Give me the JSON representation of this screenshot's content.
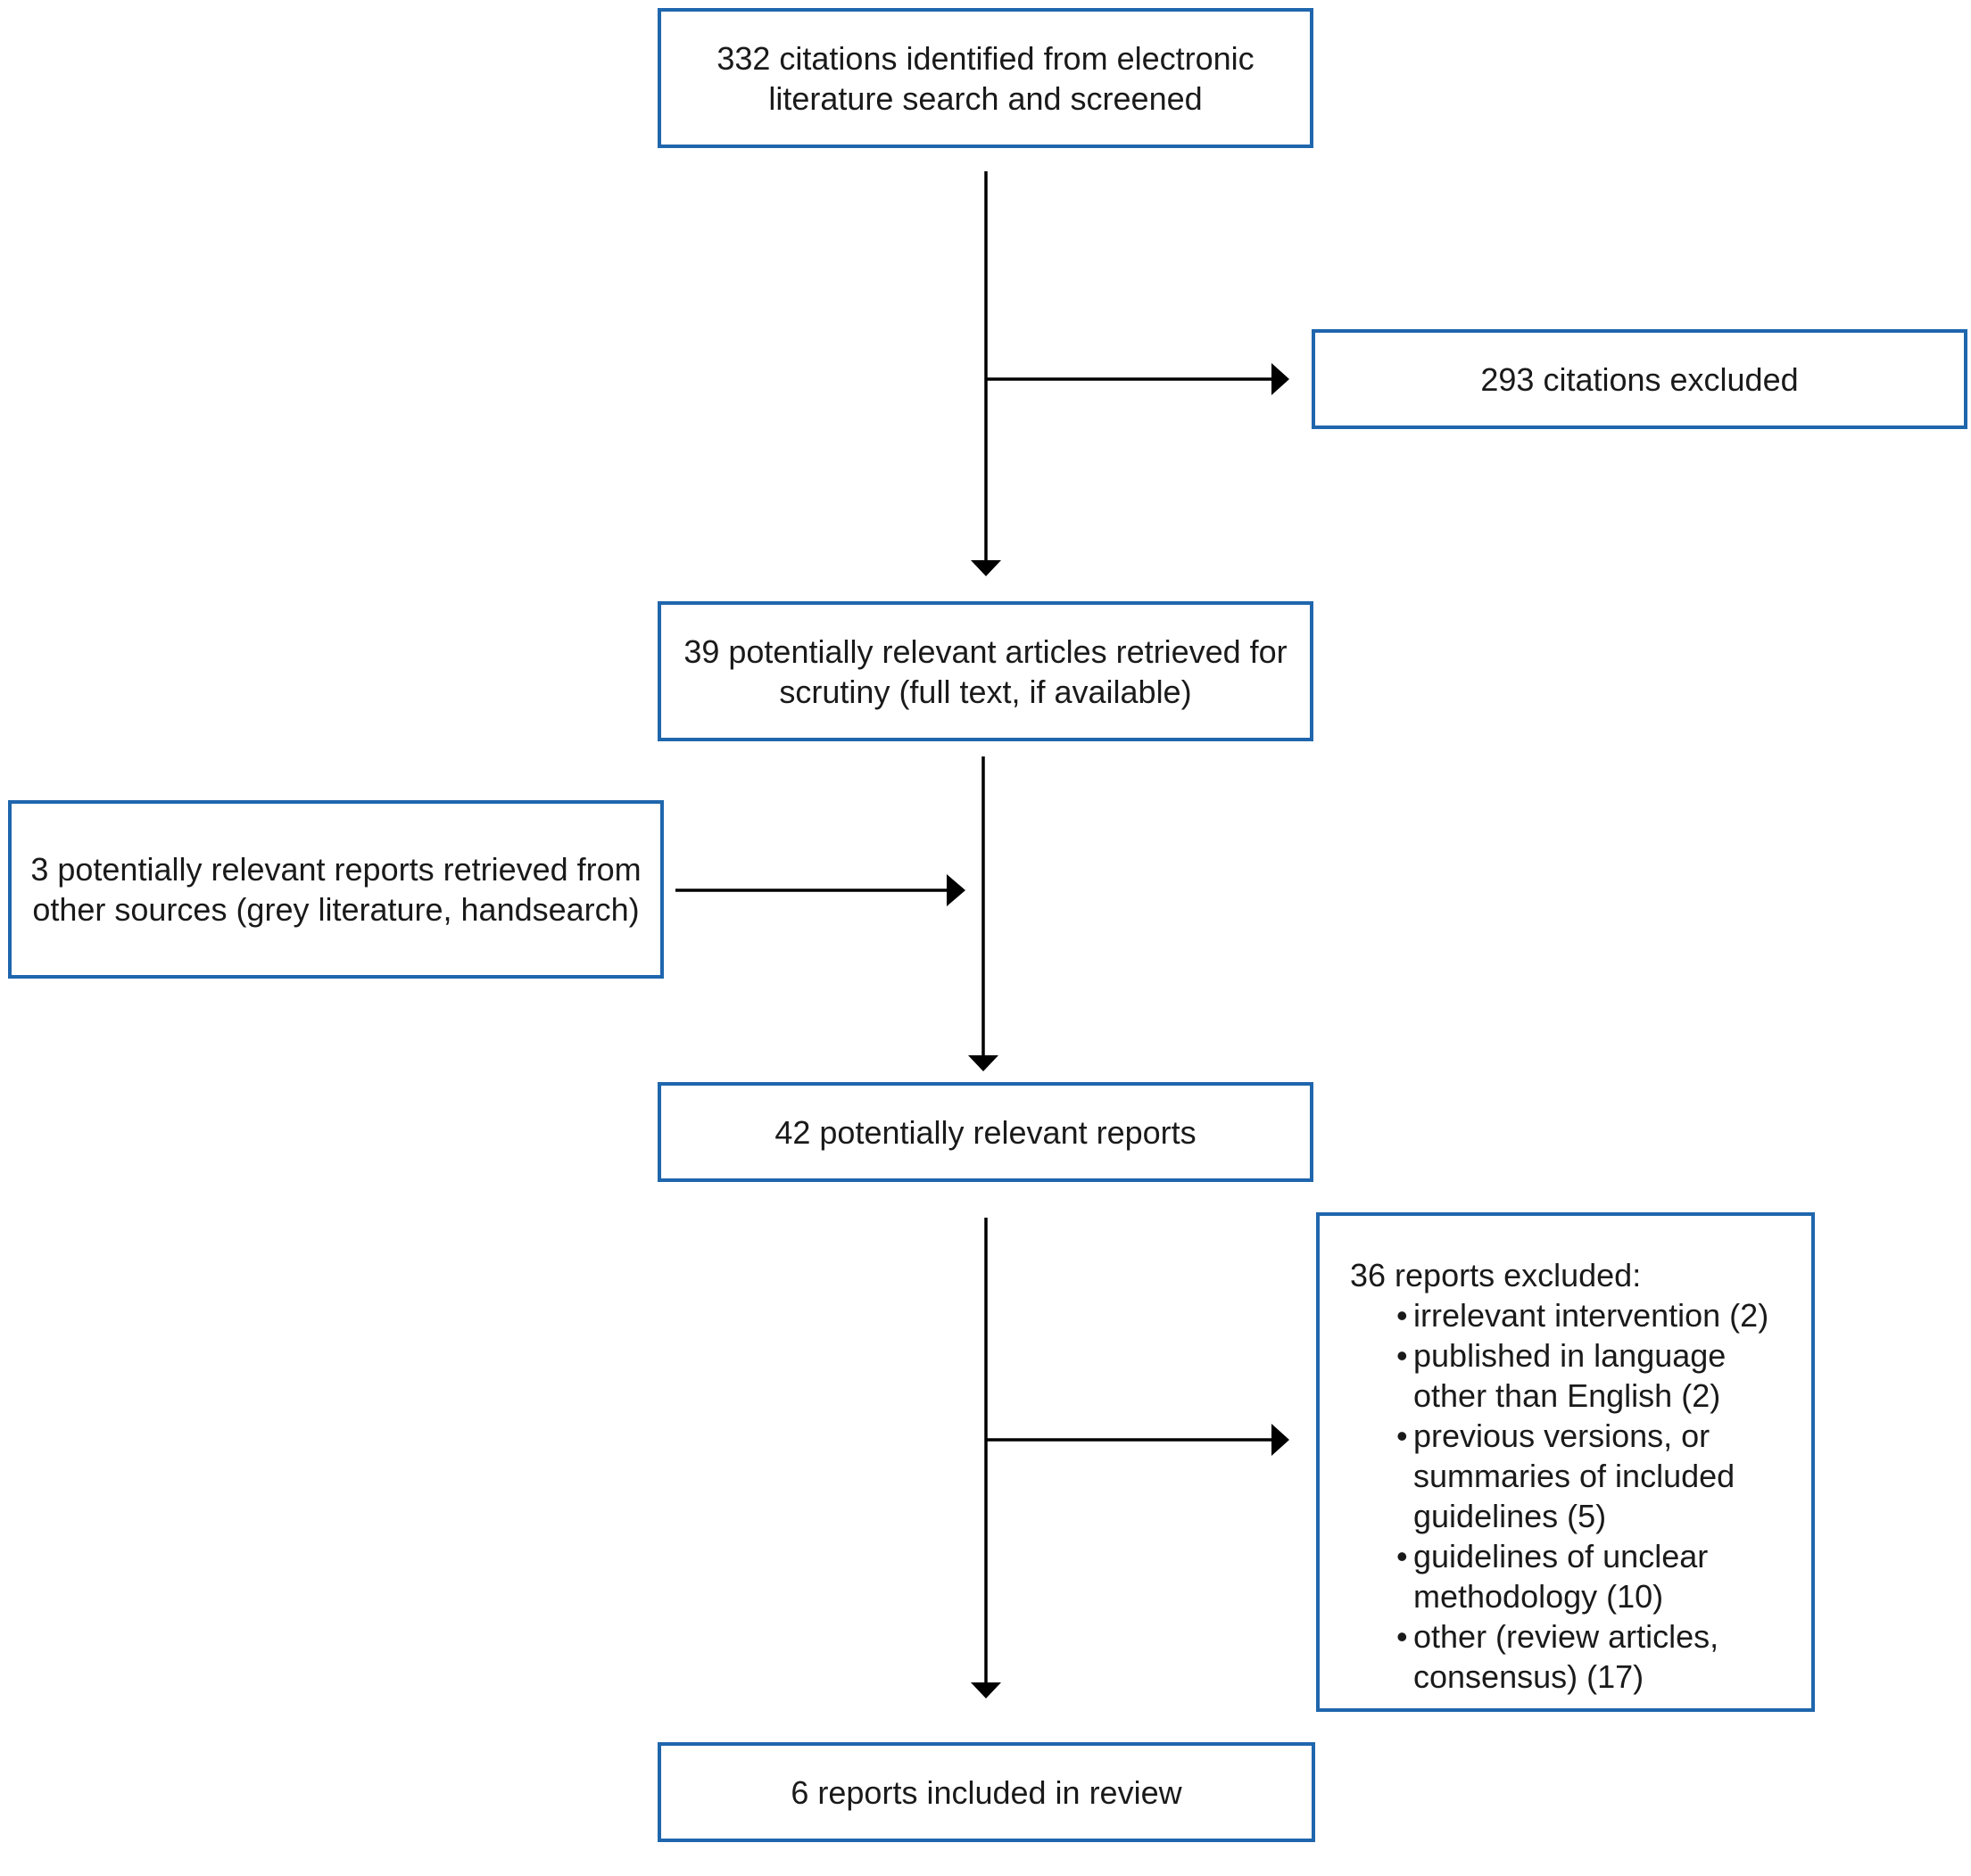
{
  "diagram": {
    "colors": {
      "box_border": "#1f66ad",
      "connector": "#000000",
      "text": "#1a1a1a"
    },
    "boxes": {
      "identified": {
        "text": "332 citations identified from electronic literature search and screened"
      },
      "excluded_citations": {
        "text": "293 citations excluded"
      },
      "retrieved": {
        "text": "39 potentially relevant articles retrieved for scrutiny (full text, if available)"
      },
      "other_sources": {
        "text": "3 potentially relevant reports retrieved from other sources (grey literature, handsearch)"
      },
      "potential": {
        "text": "42 potentially relevant reports"
      },
      "excluded_reports": {
        "title": "36 reports excluded:",
        "bullet": "•",
        "items": [
          "irrelevant intervention (2)",
          "published in language other than English (2)",
          "previous versions, or summaries of included guidelines (5)",
          "guidelines of unclear methodology (10)",
          "other (review articles, consensus) (17)"
        ]
      },
      "included": {
        "text": "6 reports included in review"
      }
    }
  }
}
